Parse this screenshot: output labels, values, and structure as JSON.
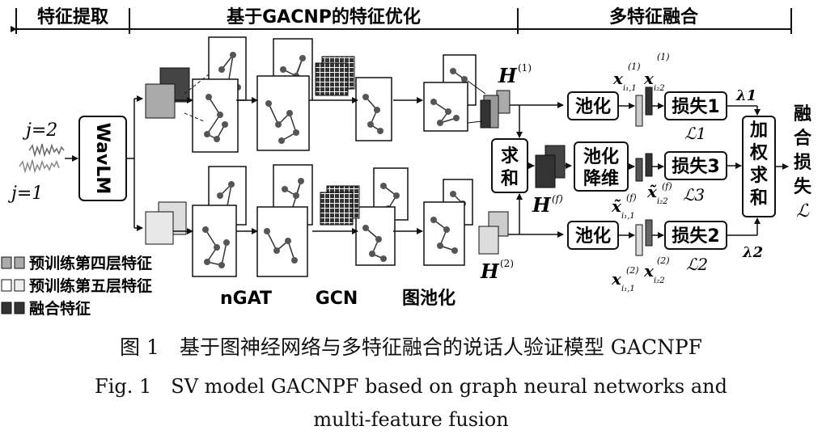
{
  "sections": {
    "extract": "特征提取",
    "optimize": "基于GACNP的特征优化",
    "fusion": "多特征融合"
  },
  "inputs": {
    "top": "j=2",
    "bottom": "j=1"
  },
  "wavlm": "WavLM",
  "stages": {
    "ngat": "nGAT",
    "gcn": "GCN",
    "pool": "图池化"
  },
  "features": {
    "h1": "H",
    "h1_sup": "(1)",
    "h2": "H",
    "h2_sup": "(2)",
    "hf": "H",
    "hf_sup": "(f)"
  },
  "sum": "求和",
  "blocks": {
    "pool_top": "池化",
    "pool_mid": "池化降维",
    "pool_bot": "池化",
    "loss1": "损失1",
    "loss3": "损失3",
    "loss2": "损失2",
    "weighted": "加权求和",
    "fusion_loss": "融合损失"
  },
  "symbols": {
    "lambda1": "λ1",
    "lambda2": "λ2",
    "L1": "ℒ1",
    "L3": "ℒ3",
    "L2": "ℒ2",
    "L": "ℒ",
    "x_top": "x_{i1,1}^{(1)} x_{i2,2}^{(1)}",
    "x_mid": "x̃_{i1,1}^{(f)} x̃_{i2,2}^{(f)}",
    "x_bot": "x_{i1,1}^{(2)} x_{i2,2}^{(2)}"
  },
  "legend": [
    "预训练第四层特征",
    "预训练第五层特征",
    "融合特征"
  ],
  "caption": {
    "cn": "图 1　基于图神经网络与多特征融合的说话人验证模型 GACNPF",
    "en_line1": "Fig. 1　SV model GACNPF based on graph neural networks and",
    "en_line2": "multi-feature fusion"
  },
  "colors": {
    "dark": "#3a3a3a",
    "mid": "#9a9a9a",
    "light": "#d6d6d6",
    "node": "#555555"
  }
}
